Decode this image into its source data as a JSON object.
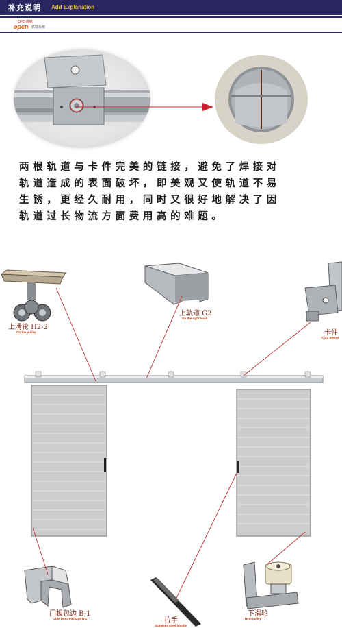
{
  "header": {
    "title_cn": "补充说明",
    "title_en": "Add Explanation"
  },
  "logo": {
    "brand": "open",
    "top_mark": "OPE·高标",
    "subtitle": "高标系统"
  },
  "description": {
    "lines": [
      "两根轨道与卡件完美的链接，避免了焊接对",
      "轨道造成的表面破坏，即美观又使轨道不易",
      "生锈，更经久耐用，同时又很好地解决了因",
      "轨道过长物流方面费用高的难题。"
    ]
  },
  "parts": {
    "top_pulley": {
      "cn": "上滑轮 H2-2",
      "en": "On the pulley"
    },
    "track": {
      "cn": "上轨道 G2",
      "en": "On the right track"
    },
    "clip": {
      "cn": "卡件",
      "en": "Card pieces"
    },
    "side_package": {
      "cn": "门板包边 B-1",
      "en": "Side Door Package B-1"
    },
    "handle": {
      "cn": "拉手",
      "en": "Stainless steel handle"
    },
    "bottom_pulley": {
      "cn": "下滑轮",
      "en": "Next pulley"
    }
  },
  "colors": {
    "header_bg": "#2a2661",
    "header_en_text": "#e8c040",
    "arrow": "#d02030",
    "leader_line": "#c03030",
    "door_panel": "#c8c8c8",
    "metal": "#b8bcc0"
  }
}
